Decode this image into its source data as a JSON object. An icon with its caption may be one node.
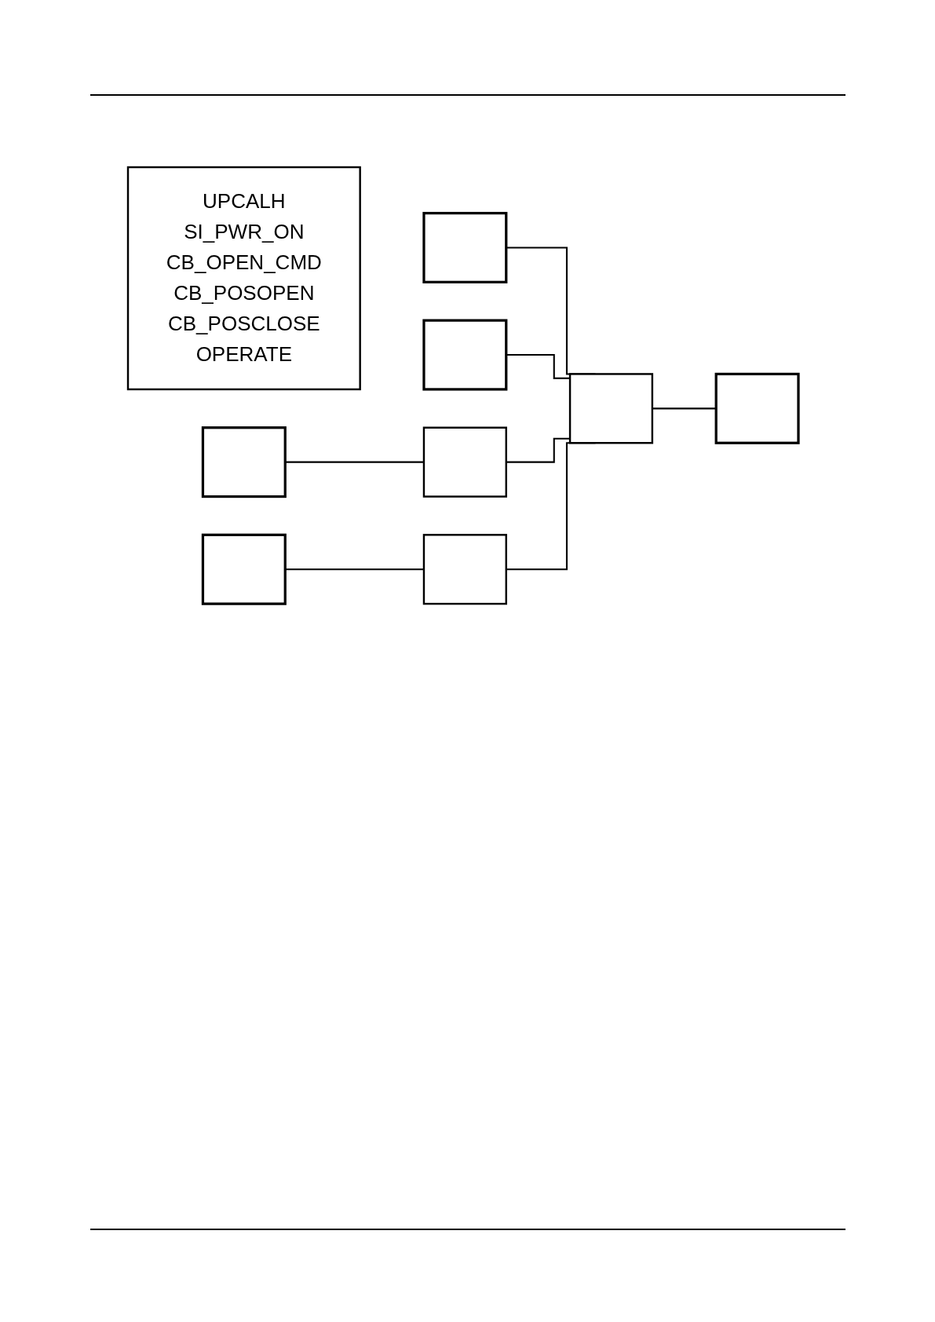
{
  "diagram": {
    "nodes": [
      {
        "text": [
          "UPCALH",
          "SI_PWR_ON",
          "CB_OPEN_CMD",
          "CB_POSOPEN",
          "CB_POSCLOSE",
          "OPERATE"
        ]
      },
      {
        "text": [],
        "shape": "bar"
      },
      {
        "text": [],
        "shape": "bar"
      },
      {
        "text": [],
        "shape": "bar"
      },
      {
        "text": [],
        "shape": "bar"
      },
      {
        "text": [],
        "shape": "box"
      },
      {
        "text": [],
        "shape": "box"
      },
      {
        "text": [],
        "shape": "box"
      },
      {
        "text": [],
        "shape": "bar"
      }
    ],
    "edges": [
      {
        "from": 1,
        "to": 7,
        "arrow": "none"
      },
      {
        "from": 2,
        "to": 7,
        "arrow": "none"
      },
      {
        "from": 3,
        "to": 5,
        "arrow": "none"
      },
      {
        "from": 5,
        "to": 7,
        "arrow": "none"
      },
      {
        "from": 4,
        "to": 6,
        "arrow": "none"
      },
      {
        "from": 6,
        "to": 7,
        "arrow": "none"
      },
      {
        "from": 7,
        "to": 8,
        "arrow": "none"
      }
    ]
  }
}
